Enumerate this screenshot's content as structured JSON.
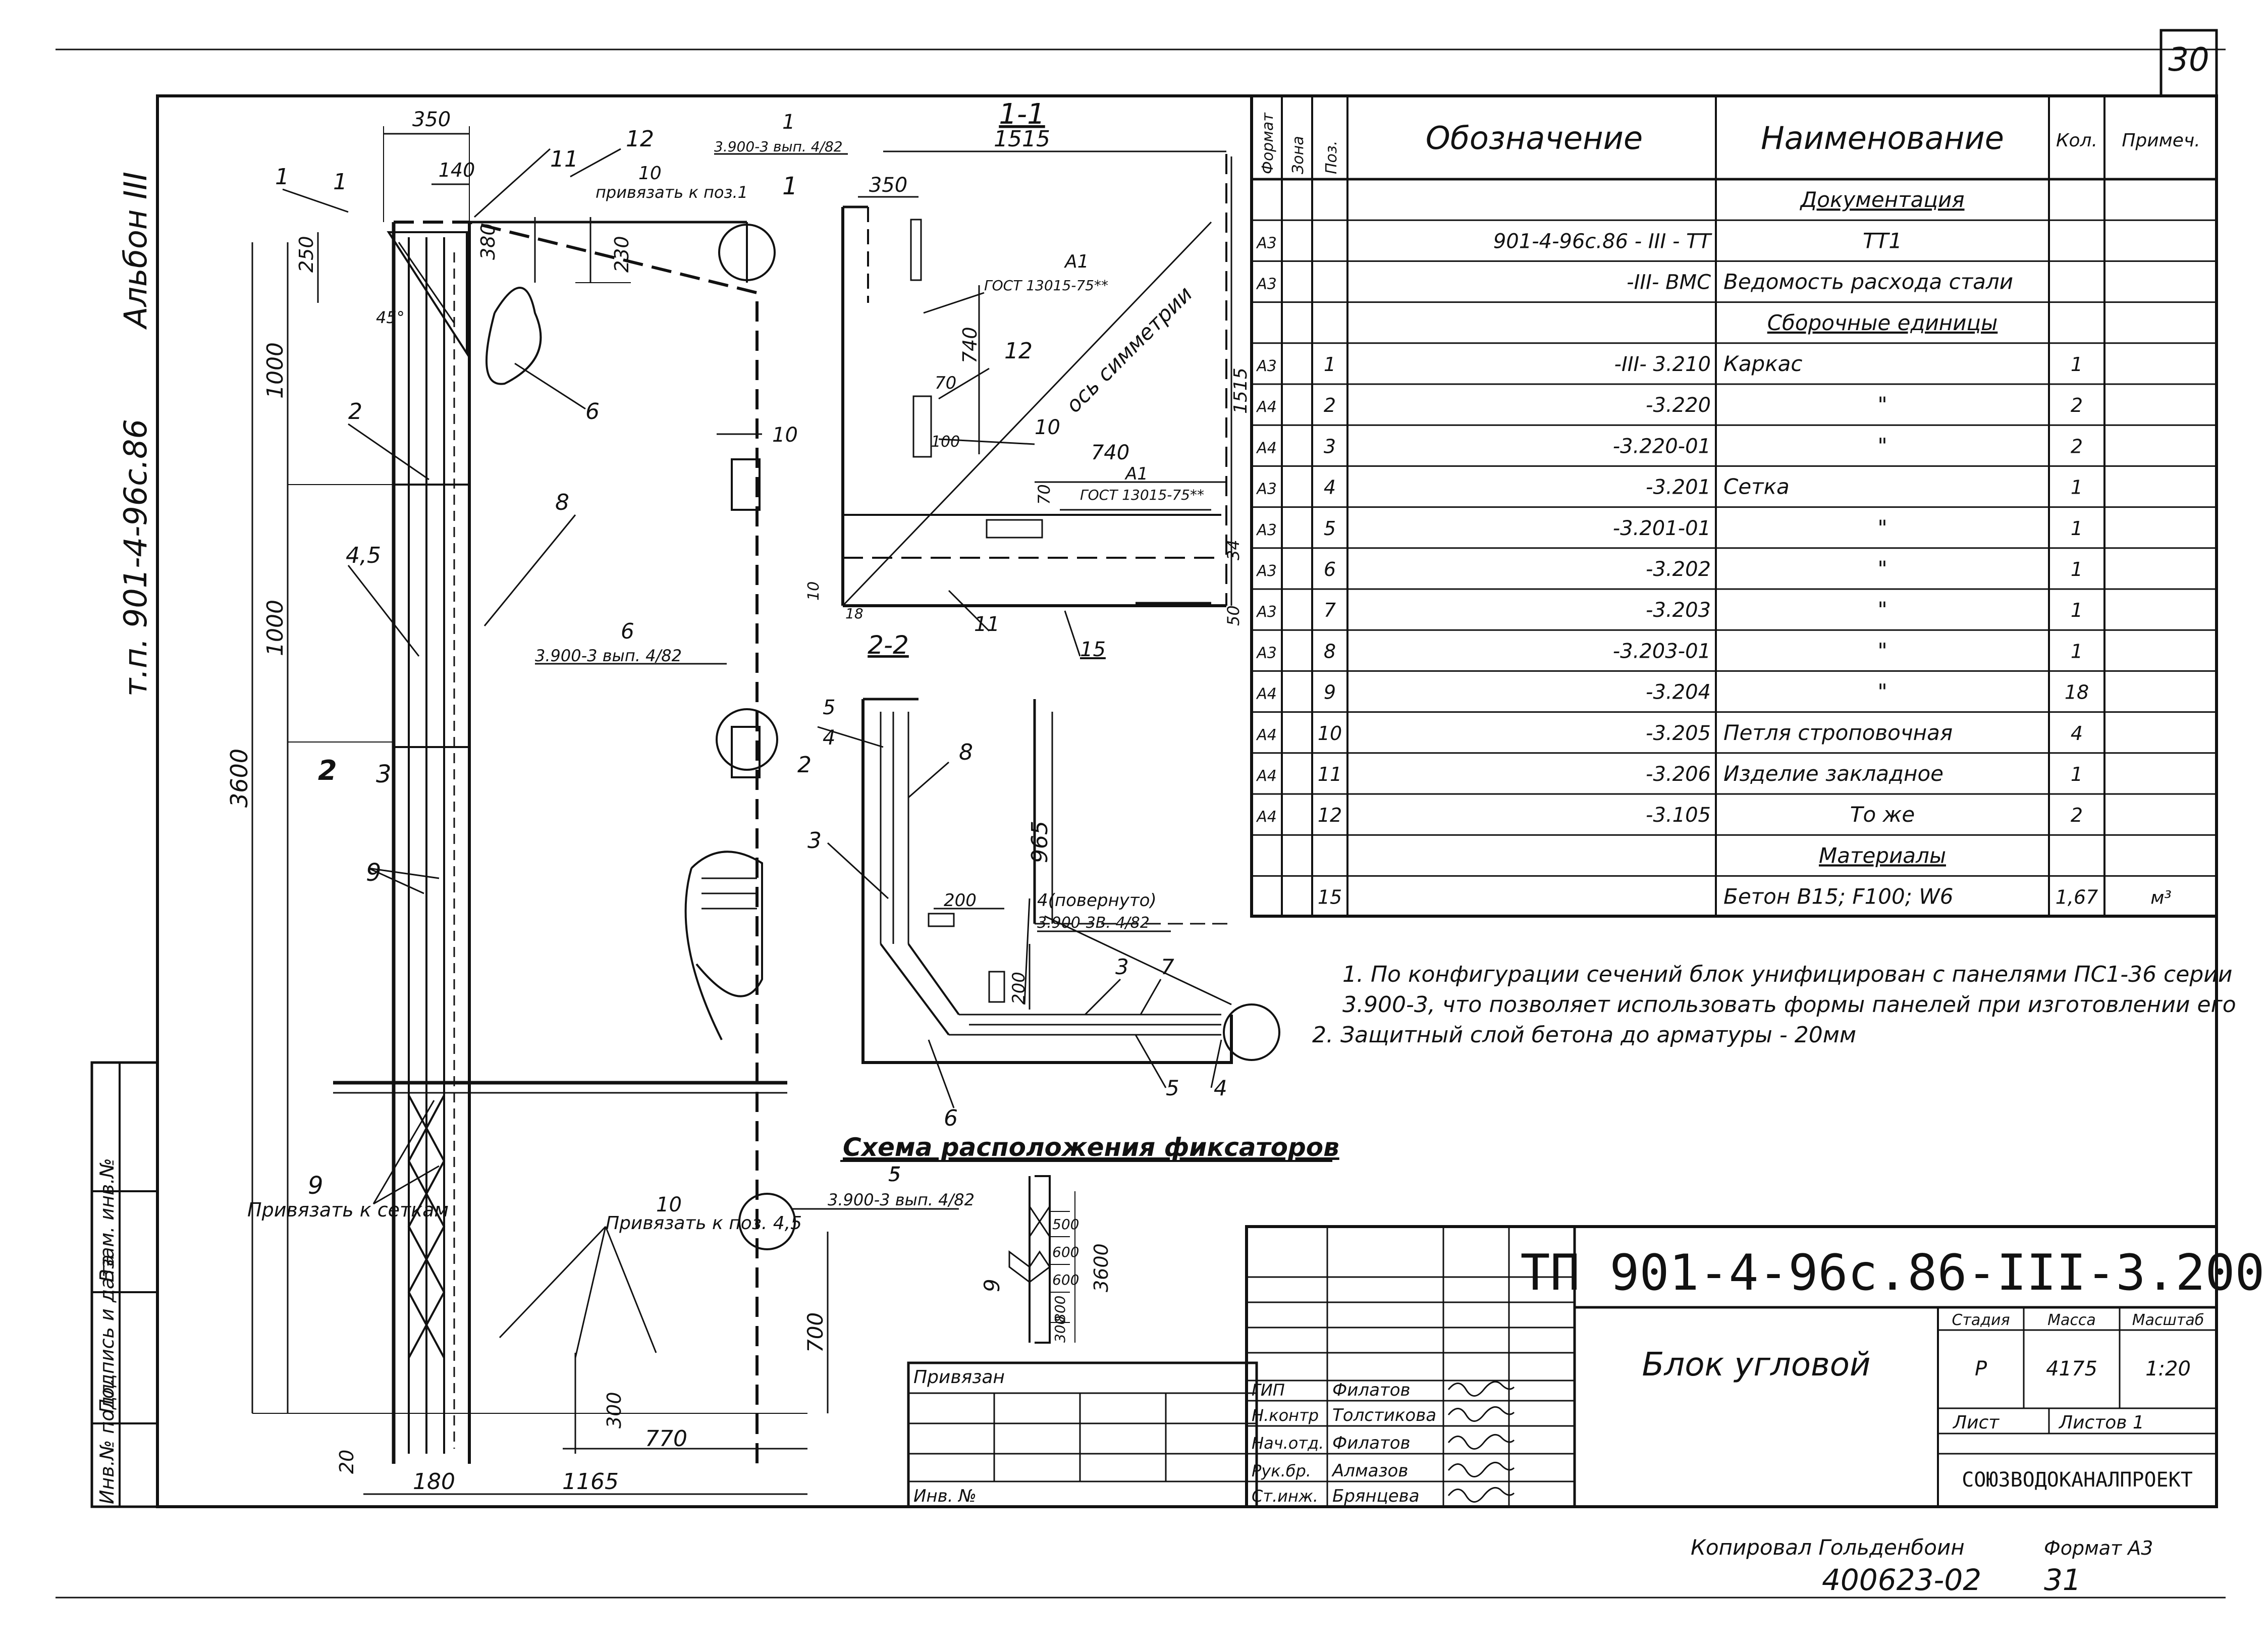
{
  "sheet_number": "30",
  "album_label": "Альбон III",
  "project_code": "т.п. 901-4-96с.86",
  "spec_table": {
    "headers": {
      "format": "Формат",
      "zone": "Зона",
      "pos": "Поз.",
      "designation": "Обозначение",
      "name": "Наименование",
      "qty": "Кол.",
      "note": "Примеч."
    },
    "rows": [
      {
        "format": "",
        "pos": "",
        "designation": "",
        "name": "Документация",
        "qty": "",
        "note": ""
      },
      {
        "format": "А3",
        "pos": "",
        "designation": "901-4-96с.86 - III - ТТ",
        "name": "ТТ1",
        "qty": "",
        "note": ""
      },
      {
        "format": "А3",
        "pos": "",
        "designation": "-III- ВМС",
        "name": "Ведомость расхода стали",
        "qty": "",
        "note": ""
      },
      {
        "format": "",
        "pos": "",
        "designation": "",
        "name": "Сборочные единицы",
        "qty": "",
        "note": ""
      },
      {
        "format": "А3",
        "pos": "1",
        "designation": "-III- 3.210",
        "name": "Каркас",
        "qty": "1",
        "note": ""
      },
      {
        "format": "А4",
        "pos": "2",
        "designation": "-3.220",
        "name": "\"",
        "qty": "2",
        "note": ""
      },
      {
        "format": "А4",
        "pos": "3",
        "designation": "-3.220-01",
        "name": "\"",
        "qty": "2",
        "note": ""
      },
      {
        "format": "А3",
        "pos": "4",
        "designation": "-3.201",
        "name": "Сетка",
        "qty": "1",
        "note": ""
      },
      {
        "format": "А3",
        "pos": "5",
        "designation": "-3.201-01",
        "name": "\"",
        "qty": "1",
        "note": ""
      },
      {
        "format": "А3",
        "pos": "6",
        "designation": "-3.202",
        "name": "\"",
        "qty": "1",
        "note": ""
      },
      {
        "format": "А3",
        "pos": "7",
        "designation": "-3.203",
        "name": "\"",
        "qty": "1",
        "note": ""
      },
      {
        "format": "А3",
        "pos": "8",
        "designation": "-3.203-01",
        "name": "\"",
        "qty": "1",
        "note": ""
      },
      {
        "format": "А4",
        "pos": "9",
        "designation": "-3.204",
        "name": "\"",
        "qty": "18",
        "note": ""
      },
      {
        "format": "А4",
        "pos": "10",
        "designation": "-3.205",
        "name": "Петля строповочная",
        "qty": "4",
        "note": ""
      },
      {
        "format": "А4",
        "pos": "11",
        "designation": "-3.206",
        "name": "Изделие закладное",
        "qty": "1",
        "note": ""
      },
      {
        "format": "А4",
        "pos": "12",
        "designation": "-3.105",
        "name": "То же",
        "qty": "2",
        "note": ""
      },
      {
        "format": "",
        "pos": "",
        "designation": "",
        "name": "Материалы",
        "qty": "",
        "note": ""
      },
      {
        "format": "",
        "pos": "15",
        "designation": "",
        "name": "Бетон В15; F100; W6",
        "qty": "1,67",
        "note": "м³"
      }
    ]
  },
  "notes": [
    "1. По конфигурации сечений блок унифицирован с панелями ПС1-36 серии",
    "3.900-3, что позволяет использовать формы панелей при изготовлении его",
    "2. Защитный слой бетона до арматуры - 20мм"
  ],
  "main_view": {
    "dims": [
      "350",
      "140",
      "250",
      "380",
      "230",
      "1000",
      "1000",
      "3600",
      "700",
      "300",
      "770",
      "20",
      "180",
      "1165"
    ],
    "labels": [
      "1",
      "1",
      "11",
      "12",
      "2",
      "4,5",
      "3",
      "2",
      "9",
      "8",
      "6",
      "10",
      "10",
      "10",
      "9"
    ],
    "callouts": {
      "c1": "1",
      "c1_ref": "3.900-3 вып. 4/82",
      "c6": "6",
      "c6_ref": "3.900-3 вып. 4/82",
      "c5": "5",
      "c5_ref": "3.900-3 вып. 4/82"
    },
    "bind_note_top": "привязать к поз.1",
    "bind_note_top_num": "10",
    "bind_note_left": "Привязать к сеткам",
    "bind_note_right": "Привязать к поз. 4,5",
    "angle": "45°"
  },
  "section_1_1": {
    "title": "1-1",
    "dims": [
      "1515",
      "350",
      "740",
      "70",
      "100",
      "740",
      "70",
      "1515",
      "34",
      "50",
      "10",
      "18"
    ],
    "axis_label": "ось симметрии",
    "label_a1": "А1",
    "label_gost": "ГОСТ 13015-75**",
    "labels": [
      "12",
      "10",
      "11",
      "15"
    ]
  },
  "section_2_2": {
    "title": "2-2",
    "dims": [
      "965",
      "200",
      "200"
    ],
    "labels": [
      "5",
      "4",
      "8",
      "3",
      "2",
      "3",
      "7",
      "6",
      "5",
      "4"
    ],
    "rotated_note": "4(повернуто)",
    "rotated_ref": "3.900-3В. 4/82"
  },
  "fixator_scheme": {
    "title": "Схема расположения фиксаторов",
    "ref_num": "5",
    "ref": "3.900-3 вып. 4/82",
    "dims": [
      "500",
      "600",
      "600",
      "800",
      "300",
      "3600"
    ],
    "label": "9"
  },
  "stamp": {
    "code": "ТП 901-4-96с.86-III-3.200",
    "title": "Блок угловой",
    "stage_label": "Стадия",
    "mass_label": "Масса",
    "scale_label": "Масштаб",
    "stage": "Р",
    "mass": "4175",
    "scale": "1:20",
    "sheet_label": "Лист",
    "sheets_label": "Листов 1",
    "org": "СОЮЗВОДОКАНАЛПРОЕКТ",
    "privyazan": "Привязан",
    "inv_label": "Инв. №",
    "staff": [
      {
        "role": "ГИП",
        "name": "Филатов"
      },
      {
        "role": "Н.контр",
        "name": "Толстикова"
      },
      {
        "role": "Нач.отд.",
        "name": "Филатов"
      },
      {
        "role": "Рук.бр.",
        "name": "Алмазов"
      },
      {
        "role": "Ст.инж.",
        "name": "Брянцева"
      }
    ]
  },
  "left_strip": [
    "Инв.№ подл.",
    "Подпись и дата",
    "Взам. инв.№"
  ],
  "footer": {
    "copied": "Копировал Гольденбоин",
    "format": "Формат А3",
    "stamp_number": "400623-02",
    "page_num": "31"
  }
}
